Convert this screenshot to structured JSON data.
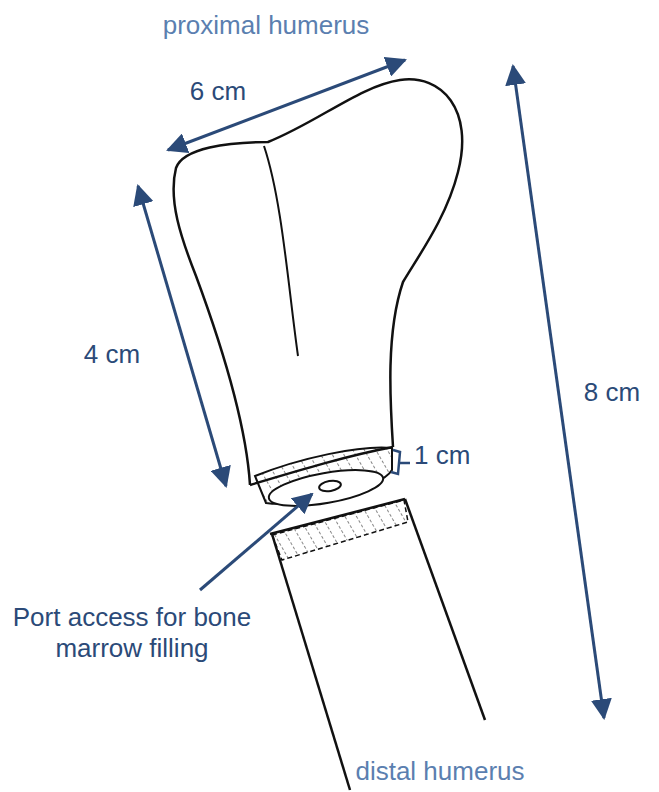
{
  "diagram": {
    "labels": [
      "proximal humerus",
      "6 cm",
      "4 cm",
      "1 cm",
      "8 cm",
      "Port access for bone marrow filling",
      "distal humerus"
    ]
  }
}
